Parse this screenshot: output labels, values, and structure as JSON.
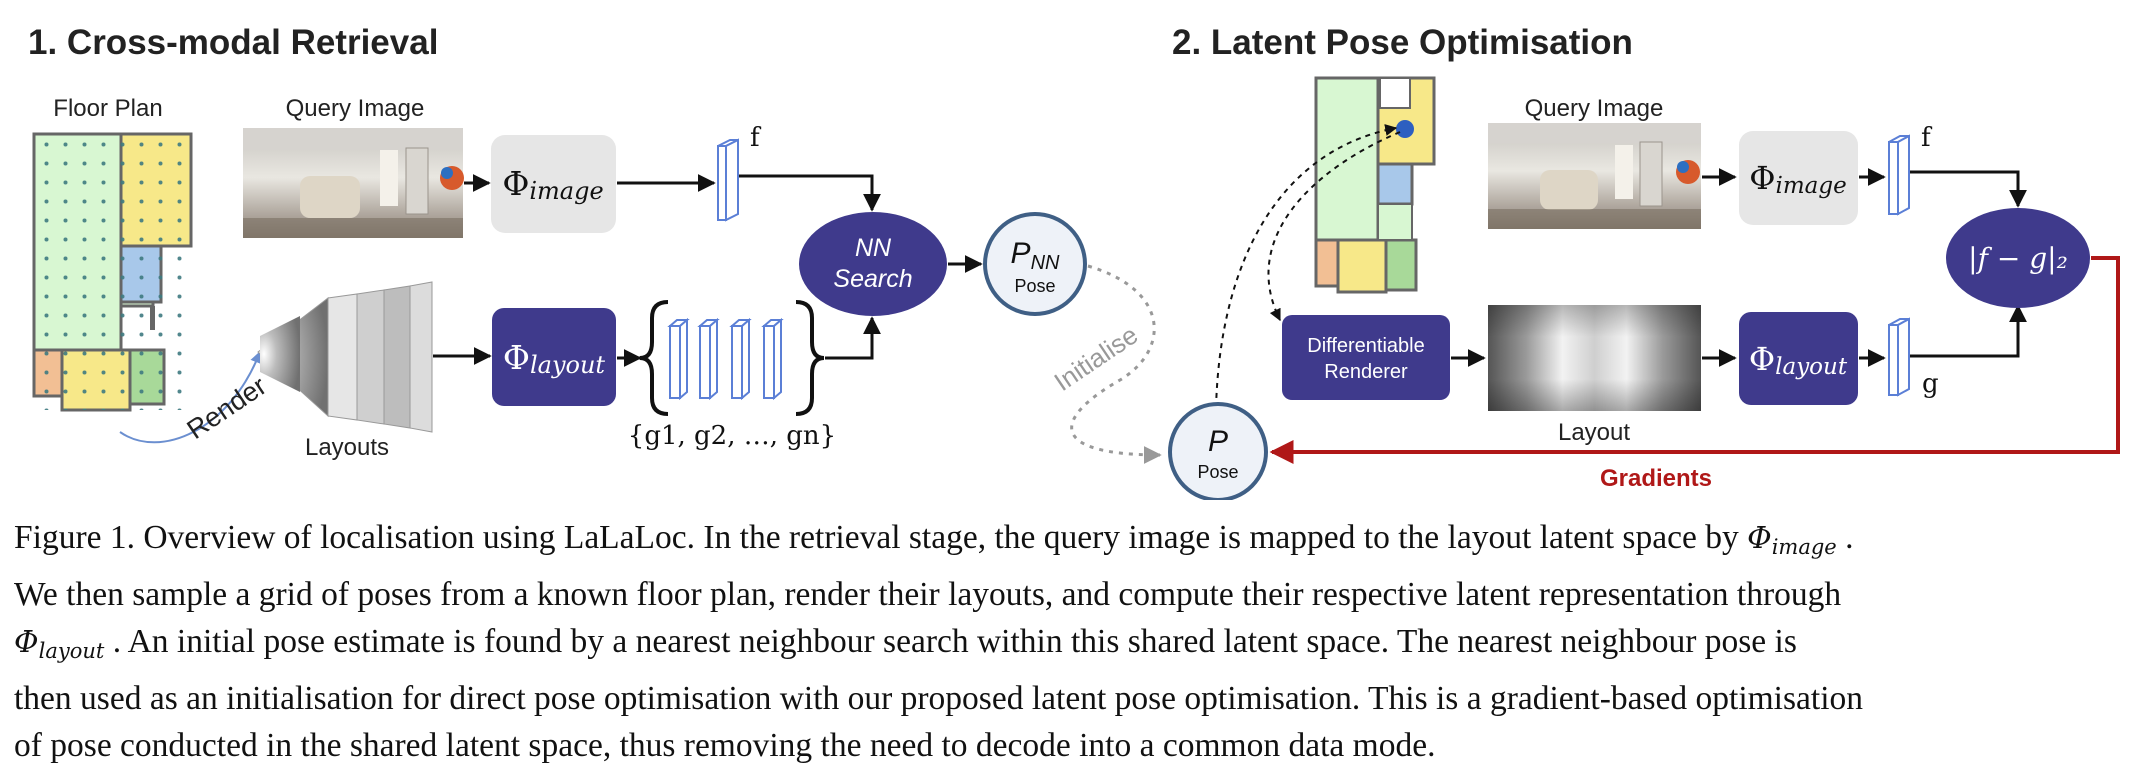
{
  "sections": {
    "retrieval_title": "1. Cross-modal Retrieval",
    "optimisation_title": "2. Latent Pose Optimisation"
  },
  "retrieval": {
    "floor_plan_label": "Floor Plan",
    "query_image_label": "Query Image",
    "phi_image_main": "Φ",
    "phi_image_sub": "image",
    "phi_layout_main": "Φ",
    "phi_layout_sub": "layout",
    "feature_label": "f",
    "nn_search_line1": "NN",
    "nn_search_line2": "Search",
    "pnn_main": "P",
    "pnn_sub": "NN",
    "pnn_caption": "Pose",
    "render_label": "Render",
    "layouts_label": "Layouts",
    "latents_label": "{g1, g2, …, gn}",
    "initialise_label": "Initialise"
  },
  "optimisation": {
    "query_image_label": "Query Image",
    "phi_image_main": "Φ",
    "phi_image_sub": "image",
    "phi_layout_main": "Φ",
    "phi_layout_sub": "layout",
    "feature_f_label": "f",
    "feature_g_label": "g",
    "renderer_line1": "Differentiable",
    "renderer_line2": "Renderer",
    "layout_label": "Layout",
    "loss_label": "|f − g|₂",
    "pose_main": "P",
    "pose_caption": "Pose",
    "gradients_label": "Gradients"
  },
  "caption": {
    "line1_a": "Figure 1. Overview of localisation using LaLaLoc. In the retrieval stage, the query image is mapped to the layout latent space by ",
    "line1_phi": "Φ",
    "line1_sub": "image",
    "line1_b": " .",
    "line2": "We then sample a grid of poses from a known floor plan, render their layouts, and compute their respective latent representation through",
    "line3_phi": "Φ",
    "line3_sub": "layout",
    "line3_b": " .  An initial pose estimate is found by a nearest neighbour search within this shared latent space.  The nearest neighbour pose is",
    "line4": "then used as an initialisation for direct pose optimisation with our proposed latent pose optimisation. This is a gradient-based optimisation",
    "line5": "of pose conducted in the shared latent space, thus removing the need to decode into a common data mode."
  },
  "colors": {
    "purple": "#3f3a8c",
    "gray_box": "#e6e6e6",
    "feature_blue": "#5b7fd6",
    "room_green": "#d8f7d2",
    "room_yellow": "#f7e889",
    "room_blue": "#a8c8ea",
    "room_orange": "#f2bf94",
    "room_darkgreen": "#a8d999",
    "gradient_red": "#b01818",
    "pose_fill": "#eef2f8",
    "pose_stroke": "#3f5f85"
  }
}
